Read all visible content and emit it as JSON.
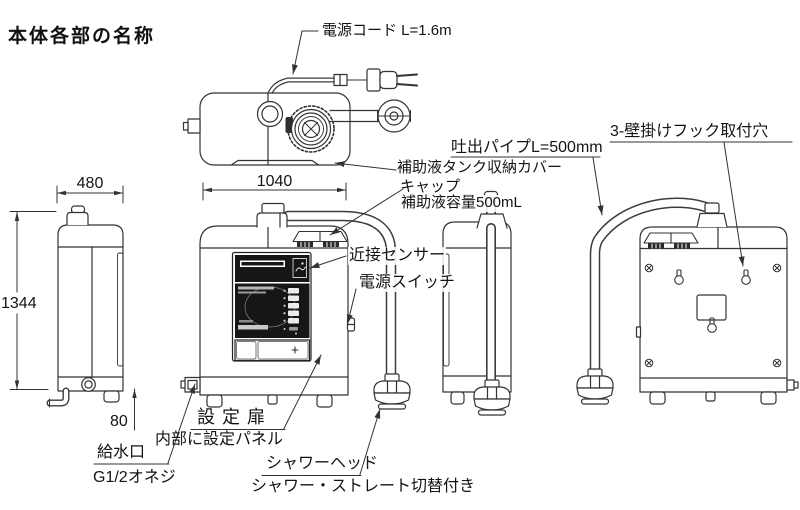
{
  "title": "本体各部の名称",
  "callouts": {
    "power_cord": "電源コード L=1.6m",
    "discharge_pipe": "吐出パイプL=500mm",
    "wall_hook": "3-壁掛けフック取付穴",
    "tank_cover": "補助液タンク収納カバー",
    "cap": "キャップ",
    "cap_capacity": "補助液容量500mL",
    "proximity_sensor": "近接センサー",
    "power_switch": "電源スイッチ",
    "setting_door": "設定扉",
    "setting_door_note": "内部に設定パネル",
    "water_inlet": "給水口",
    "water_inlet_thread": "G1/2オネジ",
    "shower_head": "シャワーヘッド",
    "shower_head_note": "シャワー・ストレート切替付き"
  },
  "dimensions": {
    "side_width": "480",
    "front_width": "1040",
    "height": "1344",
    "inlet_offset": "80"
  }
}
